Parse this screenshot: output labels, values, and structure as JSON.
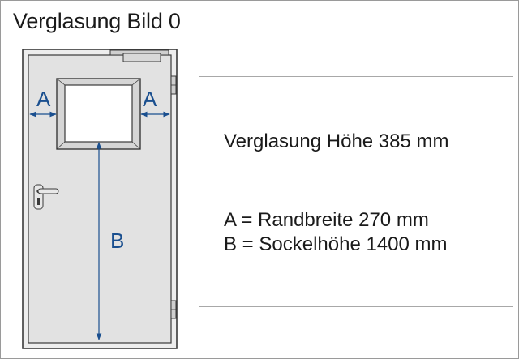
{
  "title": "Verglasung Bild 0",
  "labels": {
    "a_left": "A",
    "a_right": "A",
    "b": "B"
  },
  "info": {
    "height_line": "Verglasung Höhe 385 mm",
    "a_line": "A = Randbreite 270 mm",
    "b_line": "B = Sockelhöhe 1400 mm"
  },
  "colors": {
    "door": "#e6e6e6",
    "stroke": "#3a3a3a",
    "dimension": "#1a4f8f"
  },
  "icons": [
    "door-handle-icon",
    "hinge-icon",
    "door-closer-icon"
  ]
}
